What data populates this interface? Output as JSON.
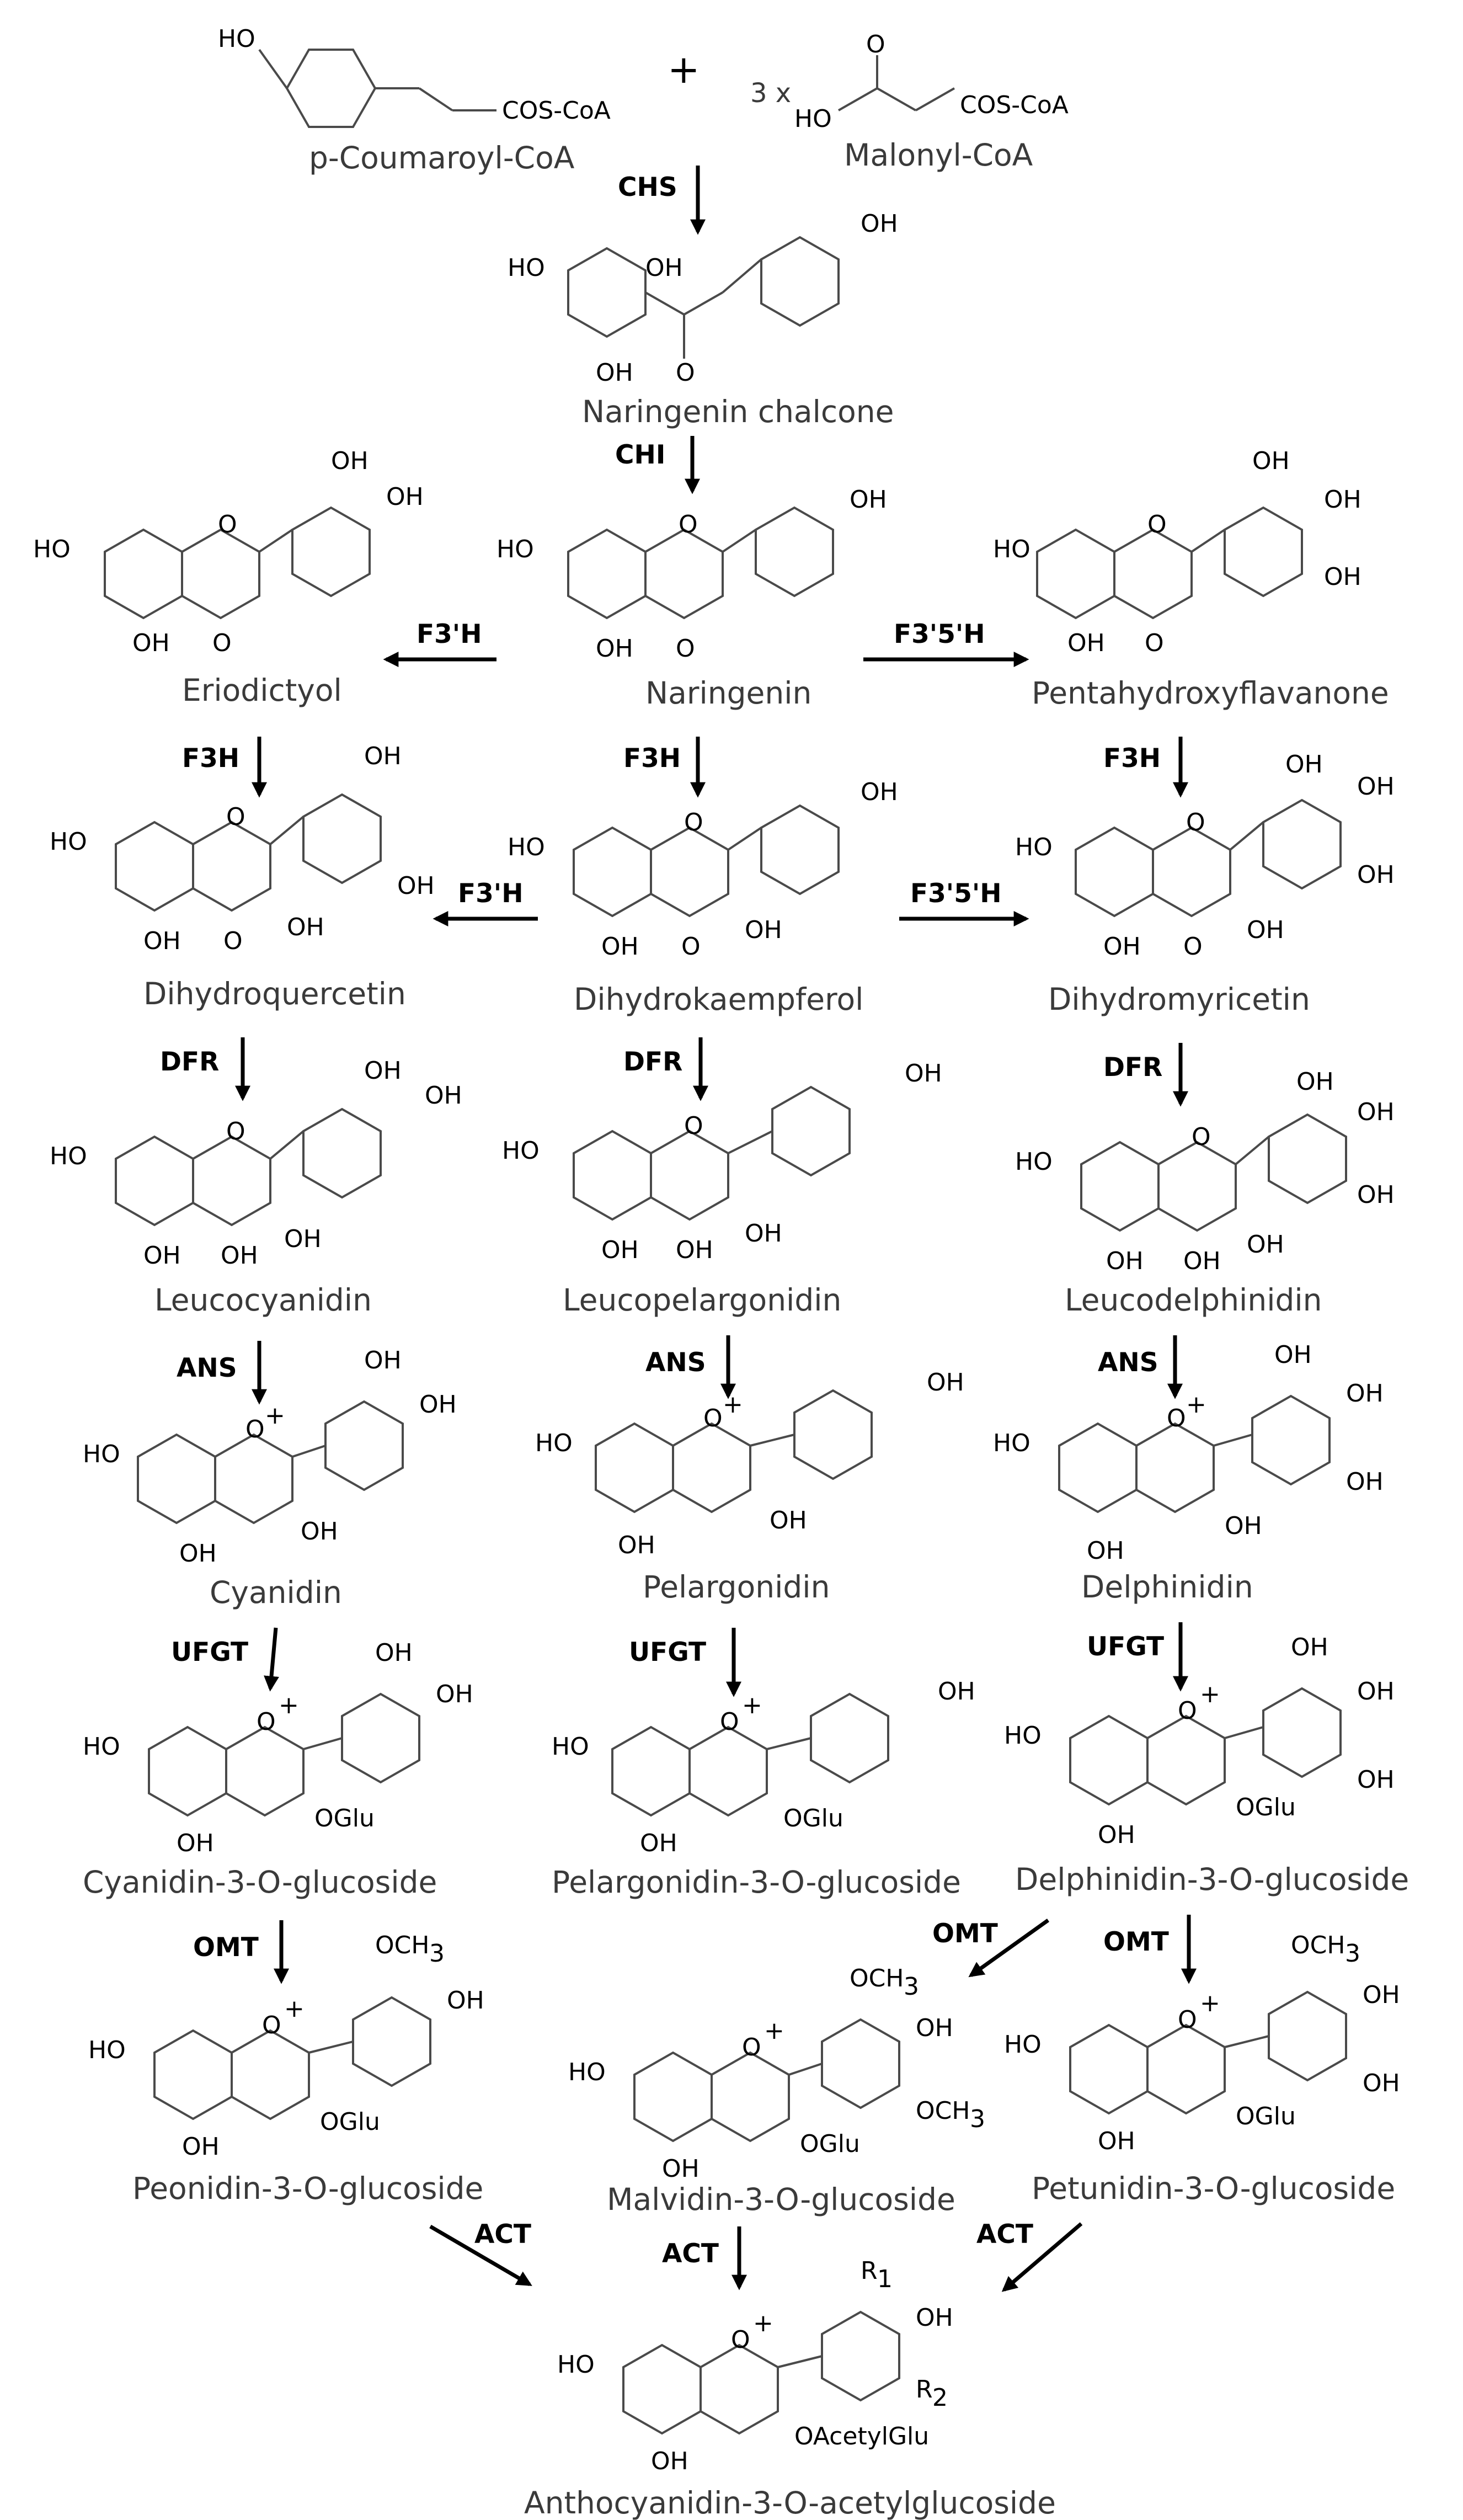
{
  "compounds": {
    "coumaroyl": "p-Coumaroyl-CoA",
    "malonyl": "Malonyl-CoA",
    "chalcone": "Naringenin chalcone",
    "eriodictyol": "Eriodictyol",
    "naringenin": "Naringenin",
    "pentahydroxy": "Pentahydroxyflavanone",
    "dihydroquercetin": "Dihydroquercetin",
    "dihydrokaempferol": "Dihydrokaempferol",
    "dihydromyricetin": "Dihydromyricetin",
    "leucocyanidin": "Leucocyanidin",
    "leucopelargonidin": "Leucopelargonidin",
    "leucodelphinidin": "Leucodelphinidin",
    "cyanidin": "Cyanidin",
    "pelargonidin": "Pelargonidin",
    "delphinidin": "Delphinidin",
    "cy3g": "Cyanidin-3-O-glucoside",
    "pg3g": "Pelargonidin-3-O-glucoside",
    "dp3g": "Delphinidin-3-O-glucoside",
    "pn3g": "Peonidin-3-O-glucoside",
    "mv3g": "Malvidin-3-O-glucoside",
    "pt3g": "Petunidin-3-O-glucoside",
    "final": "Anthocyanidin-3-O-acetylglucoside"
  },
  "enzymes": {
    "chs": "CHS",
    "chi": "CHI",
    "f3h_left": "F3'H",
    "f35h_right": "F3'5'H",
    "f3h_l": "F3H",
    "f3h_c": "F3H",
    "f3h_r": "F3H",
    "f3ph_left2": "F3'H",
    "f35h_right2": "F3'5'H",
    "dfr_l": "DFR",
    "dfr_c": "DFR",
    "dfr_r": "DFR",
    "ans_l": "ANS",
    "ans_c": "ANS",
    "ans_r": "ANS",
    "ufgt_l": "UFGT",
    "ufgt_c": "UFGT",
    "ufgt_r": "UFGT",
    "omt_l": "OMT",
    "omt_c": "OMT",
    "omt_r": "OMT",
    "act_l": "ACT",
    "act_c": "ACT",
    "act_r": "ACT"
  },
  "labels": {
    "plus": "+",
    "three_x": "3 x",
    "cos_coa": "COS-CoA",
    "ho": "HO",
    "oh": "OH",
    "o": "O",
    "oplus": "O",
    "plus_charge": "+",
    "oglu": "OGlu",
    "och3": "OCH",
    "sub3": "3",
    "oacetylglu": "OAcetylGlu",
    "r1": "R",
    "r2": "R",
    "sub1": "1",
    "sub2": "2"
  }
}
